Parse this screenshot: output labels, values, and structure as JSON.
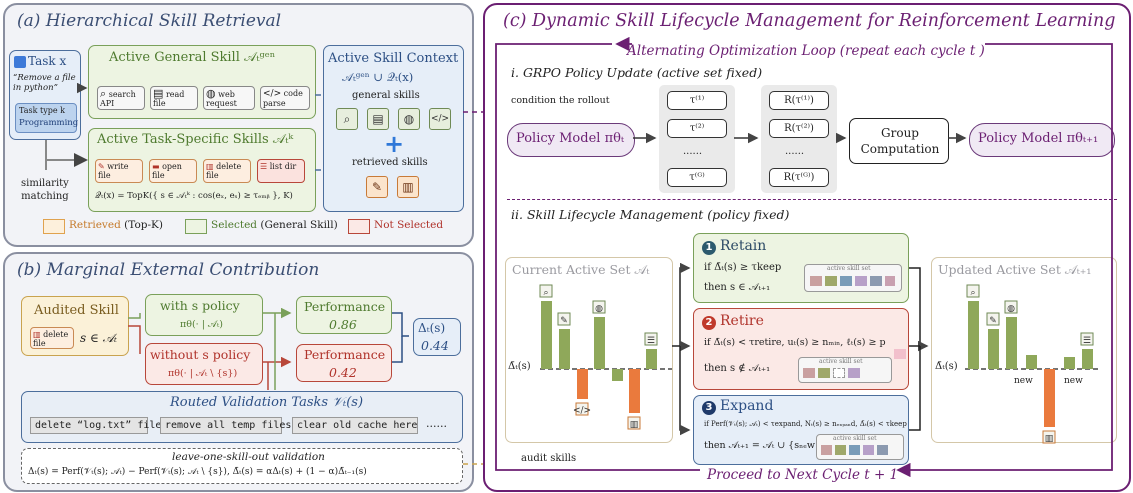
{
  "panel_a": {
    "title": "(a) Hierarchical Skill Retrieval",
    "task": {
      "label": "Task x",
      "quote": "“Remove a file in python”",
      "type_label": "Task type k",
      "type_value": "Programming"
    },
    "general": {
      "title": "Active General Skill 𝒜ₜᵍᵉⁿ",
      "skills": [
        "search API",
        "read file",
        "web request",
        "code parse"
      ]
    },
    "specific": {
      "title": "Active Task-Specific Skills 𝒜ₜᵏ",
      "skills": [
        "write file",
        "open file",
        "delete file",
        "list dir"
      ],
      "formula": "𝒬ₜ(x) = TopK({ s ∈ 𝒜ₜᵏ : cos(eₓ, eₛ) ≥ τₑₘᵦ }, K)"
    },
    "similarity": "similarity\nmatching",
    "context": {
      "title": "Active Skill Context",
      "formula": "𝒜ₜᵍᵉⁿ ∪ 𝒬ₜ(x)",
      "general_label": "general skills",
      "retrieved_label": "retrieved skills"
    },
    "legend": [
      {
        "label": "Retrieved",
        "note": "(Top-K)"
      },
      {
        "label": "Selected",
        "note": "(General Skill)"
      },
      {
        "label": "Not Selected",
        "note": ""
      }
    ]
  },
  "panel_b": {
    "title": "(b) Marginal External Contribution",
    "audited": {
      "title": "Audited Skill",
      "skill": "delete file",
      "formula": "s ∈ 𝒜ₜ"
    },
    "with": {
      "title": "with s policy",
      "formula": "πθ(· | 𝒜ₜ)"
    },
    "without": {
      "title": "without s policy",
      "formula": "πθ(· | 𝒜ₜ \\ {s})"
    },
    "perf_with": {
      "title": "Performance",
      "value": "0.86"
    },
    "perf_without": {
      "title": "Performance",
      "value": "0.42"
    },
    "delta": {
      "label": "Δₜ(s)",
      "value": "0.44"
    },
    "validation": {
      "title": "Routed Validation Tasks 𝒱ₜ(s)",
      "tasks": [
        "delete “log.txt” file",
        "remove all temp files",
        "clear old cache here",
        "......"
      ]
    },
    "loo": {
      "title": "leave-one-skill-out validation",
      "formula": "Δₜ(s) = Perf(𝒱ₜ(s); 𝒜ₜ) − Perf(𝒱ₜ(s); 𝒜ₜ \\ {s}), Δ̄ₜ(s) = αΔₜ(s) + (1 − α)Δ̄ₜ₋₁(s)"
    }
  },
  "panel_c": {
    "title": "(c) Dynamic Skill Lifecycle Management for Reinforcement Learning",
    "loop": "Alternating Optimization Loop (repeat each cycle t )",
    "grpo": "i. GRPO Policy Update (active set fixed)",
    "condition": "condition the rollout",
    "policy_in": "Policy Model πθₜ",
    "policy_out": "Policy Model πθₜ₊₁",
    "taus": [
      "τ⁽¹⁾",
      "τ⁽²⁾",
      "......",
      "τ⁽ᴳ⁾"
    ],
    "rewards": [
      "R(τ⁽¹⁾)",
      "R(τ⁽²⁾)",
      "......",
      "R(τ⁽ᴳ⁾)"
    ],
    "group": "Group\nComputation",
    "lifecycle": "ii. Skill Lifecycle Management (policy fixed)",
    "current": "Current Active Set 𝒜ₜ",
    "updated": "Updated Active Set 𝒜ₜ₊₁",
    "axis_label": "Δ̄ₜ(s)",
    "audit": "audit skills",
    "new_label": "new",
    "retain": {
      "num": "1",
      "title": "Retain",
      "cond": "if Δ̄ₜ(s) ≥ τkeep",
      "then": "then s ∈ 𝒜ₜ₊₁",
      "set": "active skill set"
    },
    "retire": {
      "num": "2",
      "title": "Retire",
      "cond": "if Δ̄ₜ(s) < τretire, uₜ(s) ≥ nₘᵢₙ, ℓₜ(s) ≥ p",
      "then": "then s ∉ 𝒜ₜ₊₁",
      "set": "active skill set"
    },
    "expand": {
      "num": "3",
      "title": "Expand",
      "cond": "if Perf(𝒱ₜ(s); 𝒜ₜ) < τexpand, Nₜ(s) ≥ nₑₓₚₐₙd, Δ̄ₜ(s) < τkeep",
      "then": "then 𝒜ₜ₊₁ = 𝒜ₜ ∪ {sₙₑw}",
      "set": "active skill set"
    },
    "next": "Proceed to Next Cycle t + 1"
  },
  "colors": {
    "green": "#8fa85a",
    "orange": "#ea7a3d",
    "purple": "#6b1f72",
    "blue": "#2c4f84"
  }
}
